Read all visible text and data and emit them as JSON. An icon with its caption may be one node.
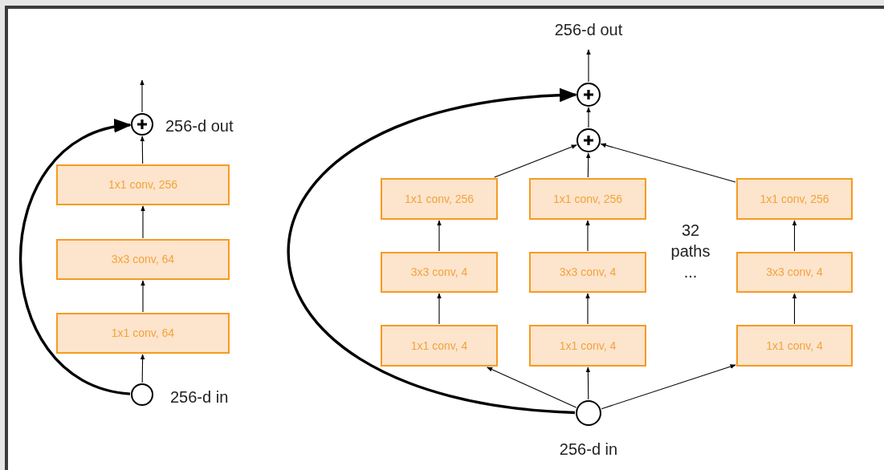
{
  "diagram": {
    "nodes": [
      {
        "text": [],
        "shape": "circle",
        "beside": [
          "256-d in"
        ]
      },
      {
        "text": [
          "1x1 conv, 64"
        ]
      },
      {
        "text": [
          "3x3 conv, 64"
        ]
      },
      {
        "text": [
          "1x1 conv, 256"
        ]
      },
      {
        "text": [],
        "shape": "circle",
        "beside": [
          "256-d out"
        ]
      },
      {
        "text": [],
        "shape": "circle",
        "beside": [
          "256-d in"
        ]
      },
      {
        "text": [
          "1x1 conv, 4"
        ]
      },
      {
        "text": [
          "3x3 conv, 4"
        ]
      },
      {
        "text": [
          "1x1 conv, 256"
        ]
      },
      {
        "text": [
          "1x1 conv, 4"
        ]
      },
      {
        "text": [
          "3x3 conv, 4"
        ]
      },
      {
        "text": [
          "1x1 conv, 256"
        ]
      },
      {
        "text": [
          "1x1 conv, 4"
        ]
      },
      {
        "text": [
          "3x3 conv, 4"
        ]
      },
      {
        "text": [
          "1x1 conv, 256"
        ]
      },
      {
        "text": [],
        "shape": "circle"
      },
      {
        "text": [],
        "shape": "circle",
        "beside": [
          "256-d out"
        ]
      }
    ],
    "edges": [
      {
        "from": 0,
        "to": 1,
        "arrow": "to"
      },
      {
        "from": 1,
        "to": 2,
        "arrow": "to"
      },
      {
        "from": 2,
        "to": 3,
        "arrow": "to"
      },
      {
        "from": 3,
        "to": 4,
        "arrow": "to"
      },
      {
        "from": 0,
        "to": 4,
        "arrow": "to",
        "style": "thick"
      },
      {
        "from": 4,
        "to": null,
        "arrow": "to"
      },
      {
        "from": 5,
        "to": 6,
        "arrow": "to"
      },
      {
        "from": 6,
        "to": 7,
        "arrow": "to"
      },
      {
        "from": 7,
        "to": 8,
        "arrow": "to"
      },
      {
        "from": 8,
        "to": 15,
        "arrow": "to"
      },
      {
        "from": 5,
        "to": 9,
        "arrow": "to"
      },
      {
        "from": 9,
        "to": 10,
        "arrow": "to"
      },
      {
        "from": 10,
        "to": 11,
        "arrow": "to"
      },
      {
        "from": 11,
        "to": 15,
        "arrow": "to"
      },
      {
        "from": 5,
        "to": 12,
        "arrow": "to"
      },
      {
        "from": 12,
        "to": 13,
        "arrow": "to"
      },
      {
        "from": 13,
        "to": 14,
        "arrow": "to"
      },
      {
        "from": 14,
        "to": 15,
        "arrow": "to"
      },
      {
        "from": 15,
        "to": 16,
        "arrow": "to"
      },
      {
        "from": 5,
        "to": 16,
        "arrow": "to",
        "style": "thick"
      },
      {
        "from": 16,
        "to": null,
        "arrow": "to"
      }
    ],
    "labels": [
      "32 paths ..."
    ]
  }
}
